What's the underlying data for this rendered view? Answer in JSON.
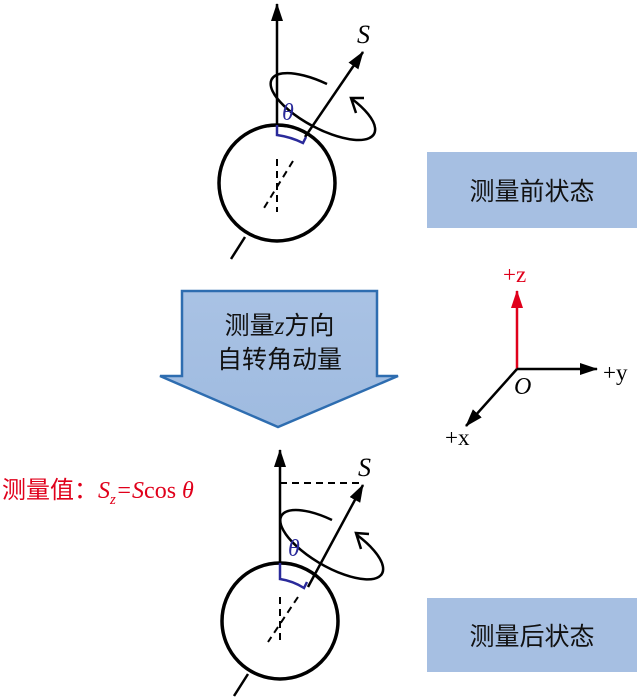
{
  "title": "Spin angular momentum measurement along z",
  "labels": {
    "before_state": "测量前状态",
    "after_state": "测量后状态",
    "arrow_line1_pre": "测量",
    "arrow_line1_var": "z",
    "arrow_line1_post": "方向",
    "arrow_line2": "自转角动量",
    "measured_value_prefix": "测量值：",
    "measured_S": "S",
    "measured_sub": "z",
    "measured_eq": "=S",
    "measured_cos": "cos ",
    "measured_theta": "θ",
    "spin_symbol_top": "S",
    "spin_symbol_bottom": "S",
    "theta_top": "θ",
    "theta_bottom": "θ"
  },
  "axes": {
    "z": "+z",
    "y": "+y",
    "x": "+x",
    "origin": "O"
  },
  "colors": {
    "box_fill": "#a6bfe2",
    "arrow_border": "#2e6db0",
    "red": "#e0001b",
    "theta_blue": "#2a2a9a"
  }
}
